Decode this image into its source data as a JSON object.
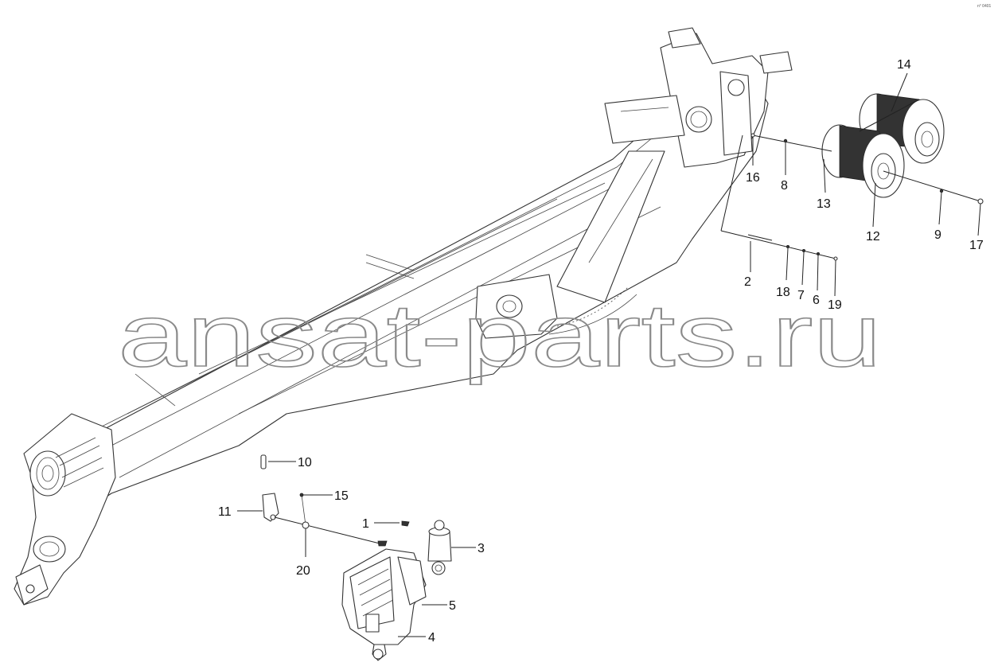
{
  "watermark": "ansat-parts.ru",
  "corner_code": "n° 0401",
  "labels": {
    "l1": "1",
    "l2": "2",
    "l3": "3",
    "l4": "4",
    "l5": "5",
    "l6": "6",
    "l7": "7",
    "l8": "8",
    "l9": "9",
    "l10": "10",
    "l11": "11",
    "l12": "12",
    "l13": "13",
    "l14": "14",
    "l15": "15",
    "l16": "16",
    "l17": "17",
    "l18": "18",
    "l19": "19",
    "l20": "20"
  }
}
